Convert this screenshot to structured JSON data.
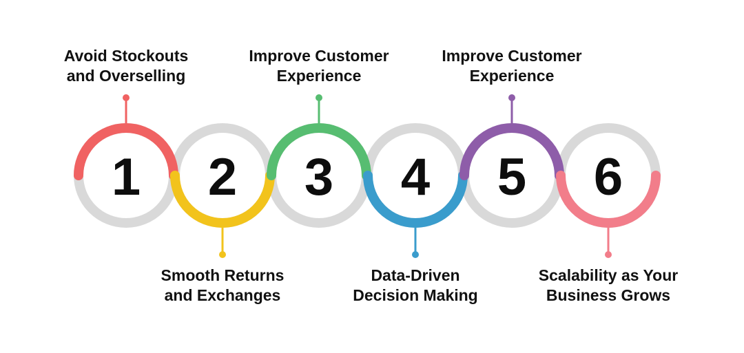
{
  "colors": {
    "ring_gray": "#d9d9d9",
    "text": "#111111"
  },
  "steps": [
    {
      "number": "1",
      "label_line1": "Avoid Stockouts",
      "label_line2": "and Overselling",
      "color": "#f06262",
      "label_position": "top"
    },
    {
      "number": "2",
      "label_line1": "Smooth Returns",
      "label_line2": "and Exchanges",
      "color": "#f2c31c",
      "label_position": "bottom"
    },
    {
      "number": "3",
      "label_line1": "Improve Customer",
      "label_line2": "Experience",
      "color": "#57bd71",
      "label_position": "top"
    },
    {
      "number": "4",
      "label_line1": "Data-Driven",
      "label_line2": "Decision Making",
      "color": "#3a9ccc",
      "label_position": "bottom"
    },
    {
      "number": "5",
      "label_line1": "Improve Customer",
      "label_line2": "Experience",
      "color": "#8e5da9",
      "label_position": "top"
    },
    {
      "number": "6",
      "label_line1": "Scalability as Your",
      "label_line2": "Business Grows",
      "color": "#f27d8a",
      "label_position": "bottom"
    }
  ]
}
